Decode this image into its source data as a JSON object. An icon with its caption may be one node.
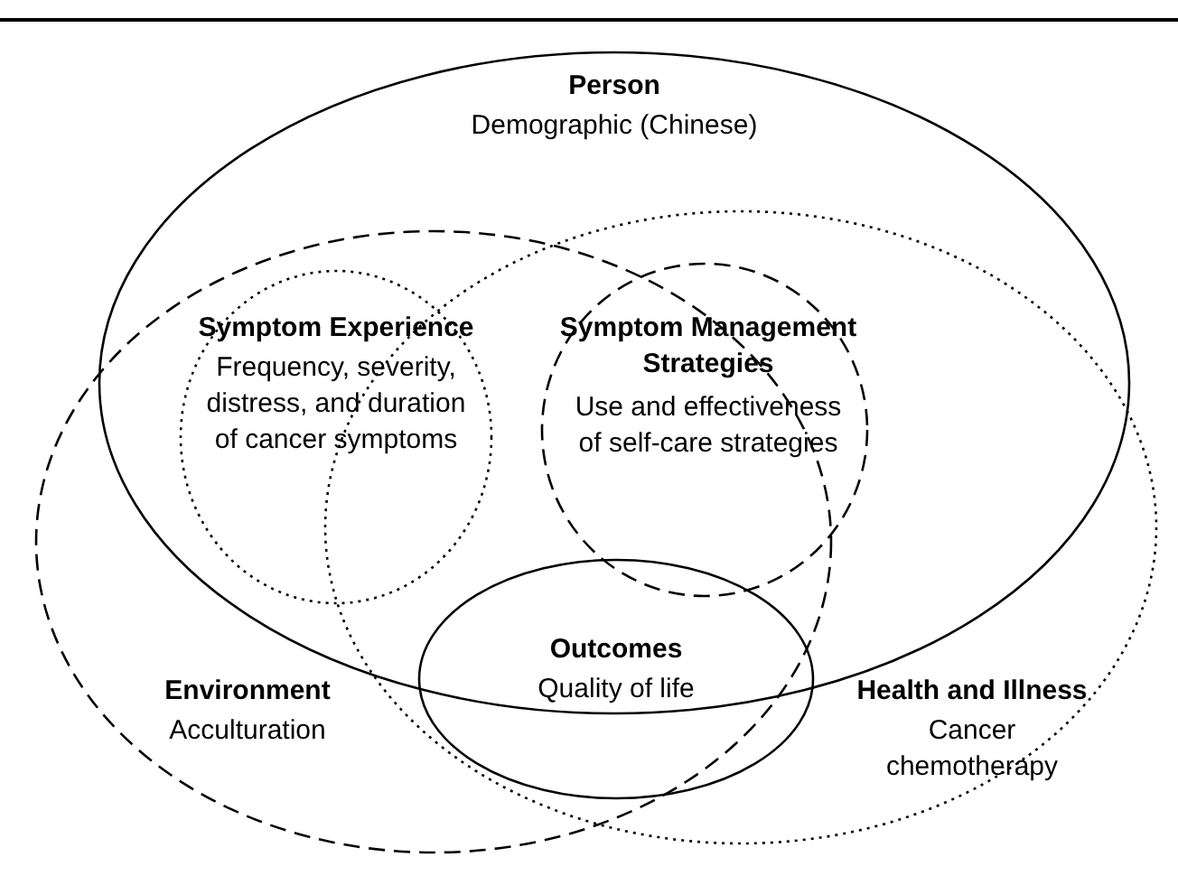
{
  "diagram": {
    "nodes": [
      {
        "text": [
          "Person",
          "Demographic (Chinese)"
        ]
      },
      {
        "text": [
          "Environment",
          "Acculturation"
        ]
      },
      {
        "text": [
          "Health and Illness",
          "Cancer chemotherapy"
        ]
      },
      {
        "text": [
          "Symptom Experience",
          "Frequency, severity, distress, and duration of cancer symptoms"
        ]
      },
      {
        "text": [
          "Symptom Management Strategies",
          "Use and effectiveness of self-care strategies"
        ]
      },
      {
        "text": [
          "Outcomes",
          "Quality of life"
        ]
      }
    ],
    "edges": []
  }
}
